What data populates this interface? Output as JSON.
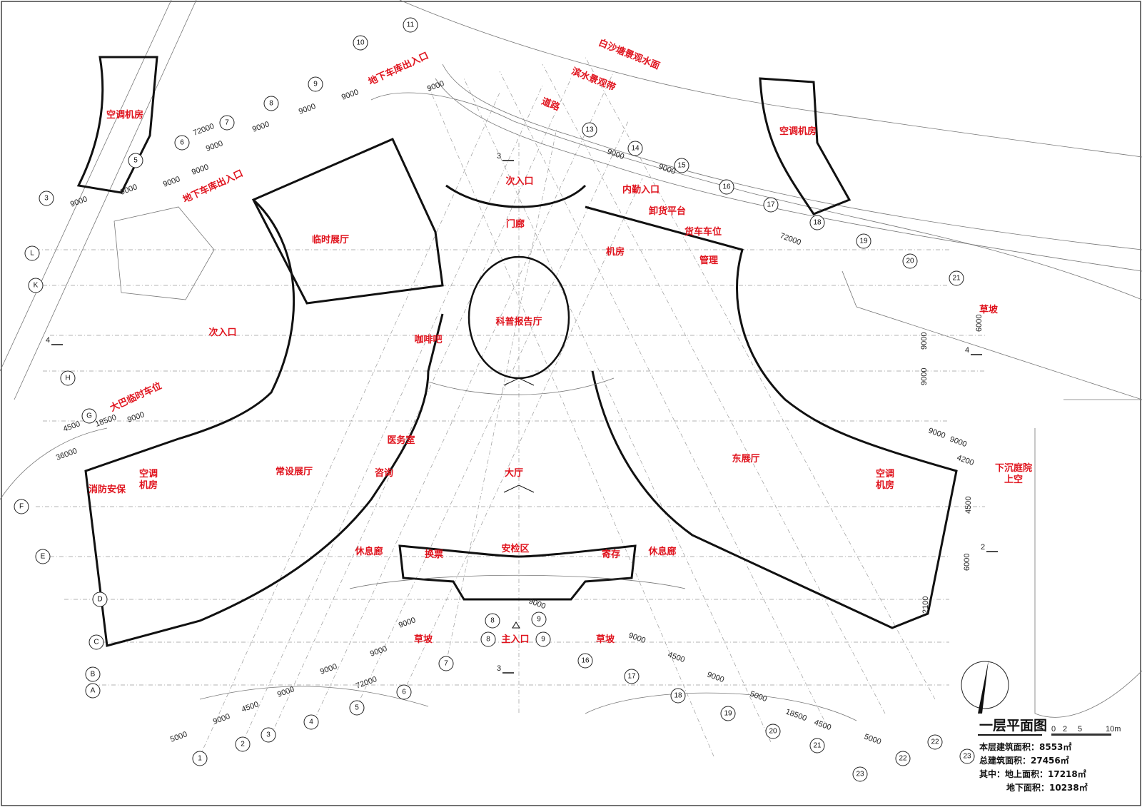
{
  "drawing": {
    "room_labels": [
      "白沙塘景观水面",
      "滨水景观带",
      "道路",
      "空调机房",
      "空调机房",
      "地下车库出入口",
      "地下车库出入口",
      "次入口",
      "次入口",
      "门廊",
      "临时展厅",
      "内勤入口",
      "卸货平台",
      "货车车位",
      "机房",
      "管理",
      "科普报告厅",
      "咖啡吧",
      "草坡",
      "大巴临时车位",
      "医务室",
      "常设展厅",
      "咨询",
      "大厅",
      "东展厅",
      "消防安保",
      "空调机房",
      "空调机房",
      "下沉庭院上空",
      "休息廊",
      "安检区",
      "换票",
      "寄存",
      "休息廊",
      "草坡",
      "主入口",
      "草坡"
    ],
    "grid_axes": [
      "1",
      "2",
      "3",
      "4",
      "5",
      "6",
      "7",
      "8",
      "9",
      "13",
      "14",
      "15",
      "16",
      "17",
      "18",
      "19",
      "20",
      "21",
      "22",
      "23",
      "A",
      "B",
      "C",
      "D",
      "E",
      "F",
      "G",
      "H",
      "K",
      "L",
      "8",
      "9",
      "16",
      "17",
      "18",
      "19",
      "20",
      "21",
      "22",
      "23",
      "3",
      "5",
      "6",
      "7",
      "8",
      "9",
      "10",
      "11"
    ],
    "dimensions": [
      "9000",
      "9000",
      "9000",
      "9000",
      "9000",
      "72000",
      "9000",
      "9000",
      "9000",
      "9000",
      "9000",
      "72000",
      "9000",
      "5000",
      "9000",
      "4500",
      "9000",
      "9000",
      "9000",
      "9000",
      "72000",
      "9000",
      "9000",
      "4500",
      "9000",
      "5000",
      "18500",
      "4500",
      "5000",
      "4500",
      "18500",
      "9000",
      "36000",
      "9000",
      "9000",
      "4200",
      "4500",
      "6000",
      "2100",
      "6000",
      "9000",
      "9000"
    ],
    "section_marks": [
      "3",
      "3",
      "4",
      "4",
      "2"
    ]
  },
  "legend": {
    "title": "一层平面图",
    "scale_ticks": [
      "0",
      "2",
      "5",
      "10m"
    ],
    "floor_area": "本层建筑面积：8553㎡",
    "total_area": "总建筑面积：27456㎡",
    "above_ground": "其中：地上面积：17218㎡",
    "below_ground": "地下面积：10238㎡"
  },
  "colors": {
    "label": "#e0141e",
    "line": "#111111",
    "grid": "#9a9a9a"
  }
}
